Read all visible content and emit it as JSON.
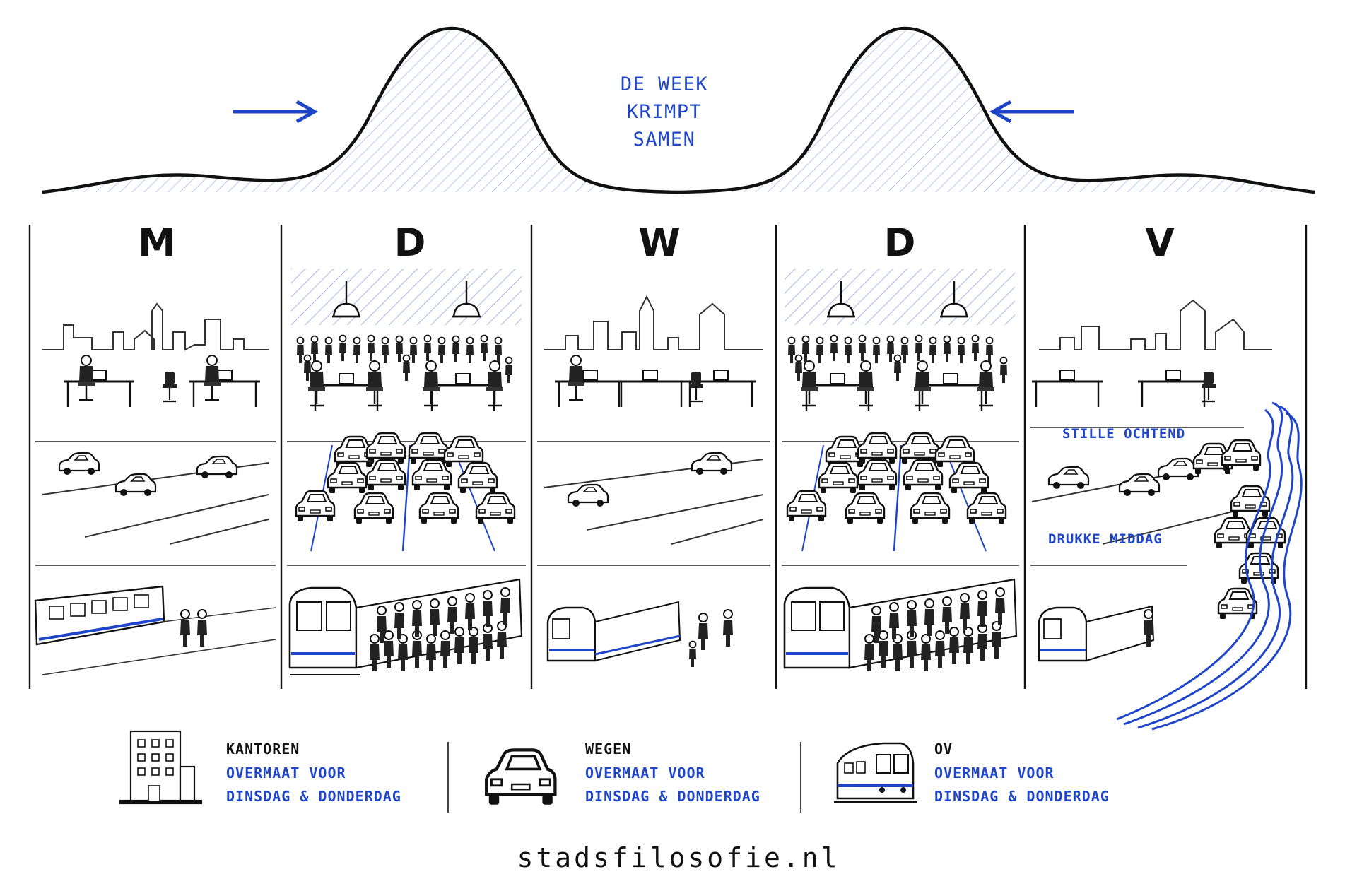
{
  "headline": {
    "line1": "DE WEEK",
    "line2": "KRIMPT",
    "line3": "SAMEN"
  },
  "days": [
    {
      "letter": "M",
      "level": "quiet"
    },
    {
      "letter": "D",
      "level": "busy"
    },
    {
      "letter": "W",
      "level": "quiet"
    },
    {
      "letter": "D",
      "level": "busy"
    },
    {
      "letter": "V",
      "level": "quiet"
    }
  ],
  "friday": {
    "morning_label": "STILLE OCHTEND",
    "afternoon_label": "DRUKKE MIDDAG"
  },
  "legend": [
    {
      "icon": "office-building-icon",
      "title": "KANTOREN",
      "line1": "OVERMAAT VOOR",
      "line2": "DINSDAG & DONDERDAG"
    },
    {
      "icon": "car-icon",
      "title": "WEGEN",
      "line1": "OVERMAAT VOOR",
      "line2": "DINSDAG & DONDERDAG"
    },
    {
      "icon": "train-icon",
      "title": "OV",
      "line1": "OVERMAAT VOOR",
      "line2": "DINSDAG & DONDERDAG"
    }
  ],
  "footer": "stadsfilosofie.nl",
  "colors": {
    "accent": "#1f45c9",
    "ink": "#111111",
    "hatch": "#b9c8ea"
  }
}
